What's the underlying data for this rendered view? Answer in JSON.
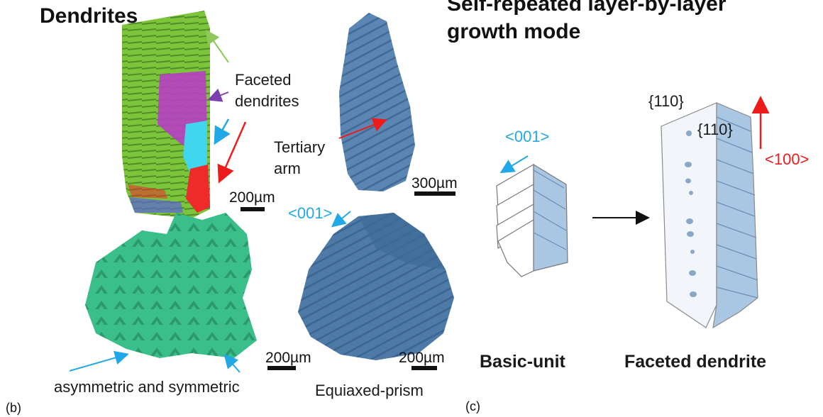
{
  "panel_b": {
    "title": "Dendrites",
    "faceted": "Faceted\ndendrites",
    "tertiary": "Tertiary\narm",
    "scale_green": "200µm",
    "scale_blue_top": "300µm",
    "direction_001": "<001>",
    "scale_prism_left": "200µm",
    "scale_prism_right": "200µm",
    "asymmetric": "asymmetric and symmetric",
    "equiaxed": "Equiaxed-prism",
    "panel_label": "(b)"
  },
  "panel_c": {
    "title": "Self-repeated layer-by-layer\ngrowth mode",
    "direction_001": "<001>",
    "plane_110_a": "{110}",
    "plane_110_b": "{110}",
    "direction_100": "<100>",
    "basic_unit": "Basic-unit",
    "faceted_dendrite": "Faceted dendrite",
    "panel_label": "(c)"
  },
  "colors": {
    "green": "#7cc43a",
    "magenta": "#b540c0",
    "cyan": "#3fd6ee",
    "red": "#ee2a2a",
    "steel_blue": "#5b86b4",
    "teal": "#3bbf8a",
    "light_blue": "#a9c6e3",
    "arrow_blue": "#22a8e6",
    "arrow_red": "#ee1b1b"
  }
}
